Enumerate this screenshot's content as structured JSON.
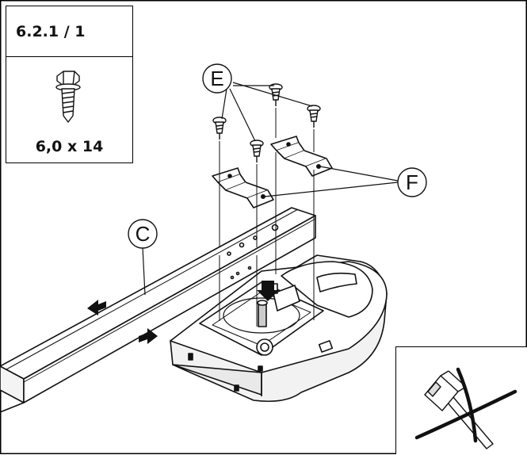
{
  "step": {
    "id": "6.2.1 / 1",
    "screw_size": "6,0 x 14"
  },
  "callouts": {
    "c": "C",
    "e": "E",
    "f": "F"
  },
  "icons": {
    "screw": "hex-screw-icon",
    "no_hammer": "no-hammer-icon",
    "arrow_left": "arrow-left-icon",
    "arrow_right": "arrow-right-icon",
    "pointer": "down-arrow-icon"
  }
}
